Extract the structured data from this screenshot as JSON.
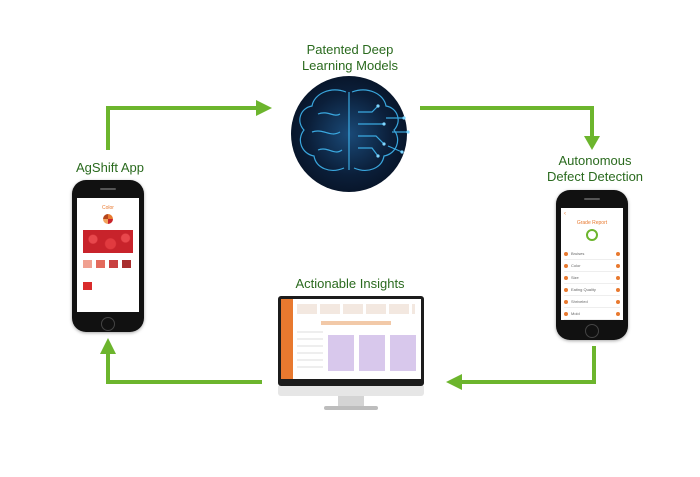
{
  "nodes": {
    "models": "Patented Deep\nLearning Models",
    "detection": "Autonomous\nDefect Detection",
    "insights": "Actionable Insights",
    "app": "AgShift App"
  },
  "app_phone": {
    "title": "Color"
  },
  "report_phone": {
    "header": "Grade Report",
    "rows": [
      "Bruises",
      "Color",
      "Size",
      "Eating Quality",
      "Shriveled",
      "Mold"
    ]
  },
  "colors": {
    "arrow": "#6cb52d",
    "label": "#2a6a1e",
    "accent": "#e8792f",
    "strawberry": "#c8232b",
    "brain_bg": "#0b1f3a",
    "brain_line": "#3fb6f0"
  },
  "icons": [
    "arrow-right-icon",
    "arrow-down-icon",
    "arrow-left-icon",
    "arrow-up-icon",
    "brain-icon"
  ]
}
